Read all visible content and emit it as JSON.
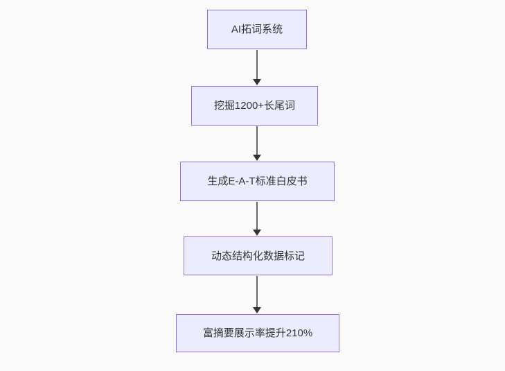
{
  "diagram": {
    "type": "flowchart",
    "direction": "top-down",
    "nodes": [
      {
        "id": "n1",
        "label": "AI拓词系统"
      },
      {
        "id": "n2",
        "label": "挖掘1200+长尾词"
      },
      {
        "id": "n3",
        "label": "生成E-A-T标准白皮书"
      },
      {
        "id": "n4",
        "label": "动态结构化数据标记"
      },
      {
        "id": "n5",
        "label": "富摘要展示率提升210%"
      }
    ],
    "edges": [
      {
        "from": "n1",
        "to": "n2"
      },
      {
        "from": "n2",
        "to": "n3"
      },
      {
        "from": "n3",
        "to": "n4"
      },
      {
        "from": "n4",
        "to": "n5"
      }
    ],
    "colors": {
      "node_fill": "#ececff",
      "node_border": "#9370db",
      "node_text": "#333333",
      "edge_line": "#666666",
      "edge_head": "#333333",
      "background": "#fafafa"
    }
  }
}
